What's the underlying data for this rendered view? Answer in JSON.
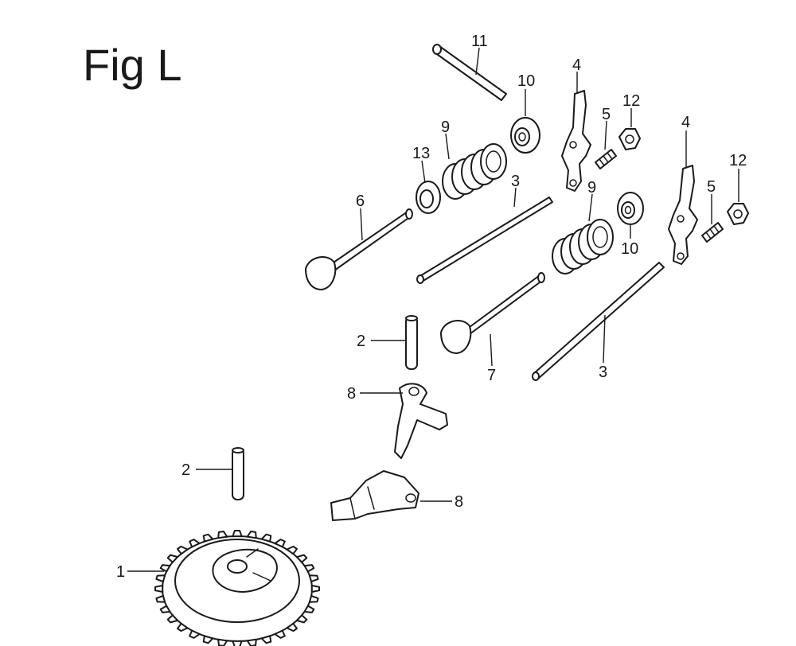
{
  "figure": {
    "title": "Fig L"
  },
  "callouts": [
    {
      "id": "c-11",
      "text": "11"
    },
    {
      "id": "c-10a",
      "text": "10"
    },
    {
      "id": "c-4a",
      "text": "4"
    },
    {
      "id": "c-12a",
      "text": "12"
    },
    {
      "id": "c-9a",
      "text": "9"
    },
    {
      "id": "c-5a",
      "text": "5"
    },
    {
      "id": "c-4b",
      "text": "4"
    },
    {
      "id": "c-13",
      "text": "13"
    },
    {
      "id": "c-3a",
      "text": "3"
    },
    {
      "id": "c-12b",
      "text": "12"
    },
    {
      "id": "c-6",
      "text": "6"
    },
    {
      "id": "c-9b",
      "text": "9"
    },
    {
      "id": "c-5b",
      "text": "5"
    },
    {
      "id": "c-10b",
      "text": "10"
    },
    {
      "id": "c-2a",
      "text": "2"
    },
    {
      "id": "c-7",
      "text": "7"
    },
    {
      "id": "c-3b",
      "text": "3"
    },
    {
      "id": "c-8a",
      "text": "8"
    },
    {
      "id": "c-2b",
      "text": "2"
    },
    {
      "id": "c-8b",
      "text": "8"
    },
    {
      "id": "c-1",
      "text": "1"
    }
  ]
}
